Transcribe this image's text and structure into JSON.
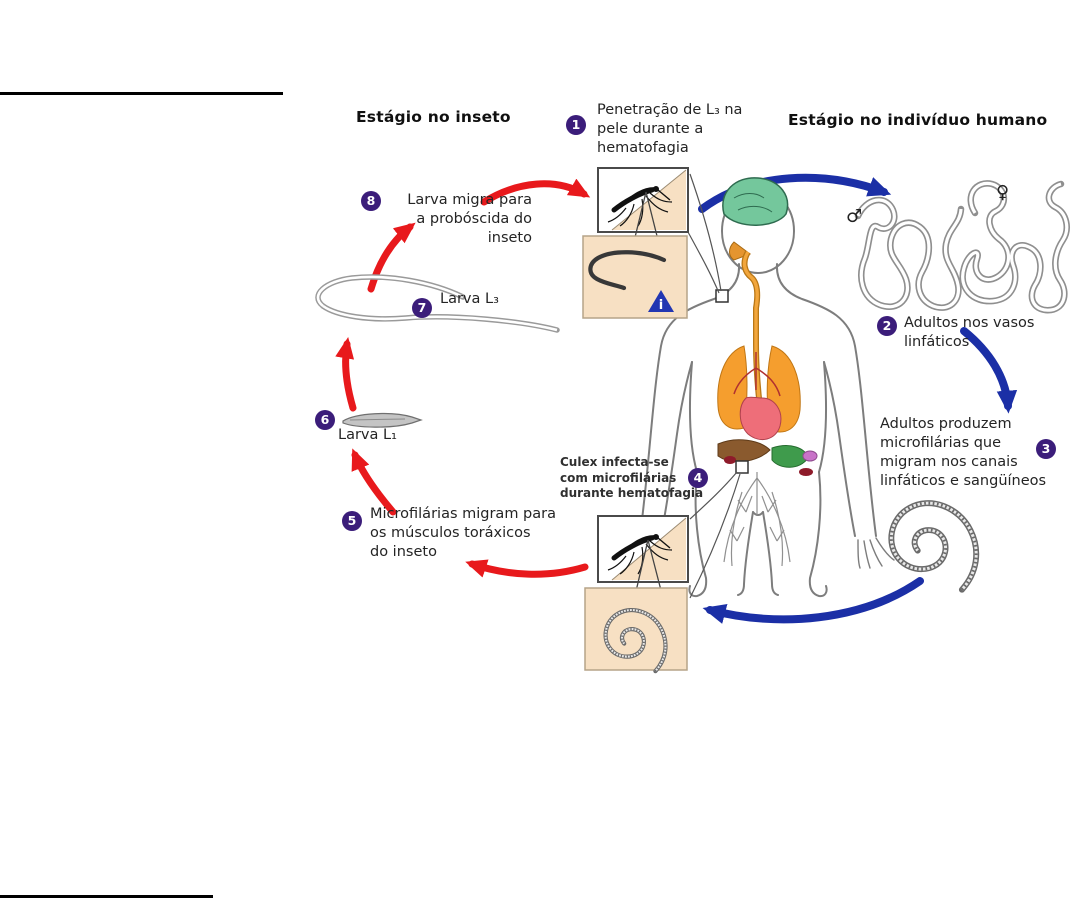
{
  "titles": {
    "insect_stage": "Estágio no inseto",
    "human_stage": "Estágio no indivíduo humano"
  },
  "steps": [
    {
      "num": "1",
      "label": "Penetração de L₃ na\npele durante a\nhematofagia"
    },
    {
      "num": "2",
      "label": "Adultos nos vasos\nlinfáticos"
    },
    {
      "num": "3",
      "label": "Adultos produzem\nmicrofilárias que\nmigram nos canais\nlinfáticos e sangüíneos"
    },
    {
      "num": "4",
      "label": "Culex infecta-se\ncom microfilárias\ndurante hematofagia"
    },
    {
      "num": "5",
      "label": "Microfilárias migram para\nos músculos toráxicos\ndo inseto"
    },
    {
      "num": "6",
      "label": "Larva L₁"
    },
    {
      "num": "7",
      "label": "Larva L₃"
    },
    {
      "num": "8",
      "label": "Larva migra para\na probóscida do\ninseto"
    }
  ],
  "symbols": {
    "male": "♂",
    "female": "♀",
    "infective_stage": "i"
  },
  "colors": {
    "red_arrow": "#e8191c",
    "blue_arrow": "#1b2fa6",
    "step_badge": "#3b1d7a",
    "box_fill": "#f7e0c3",
    "text": "#242424"
  }
}
